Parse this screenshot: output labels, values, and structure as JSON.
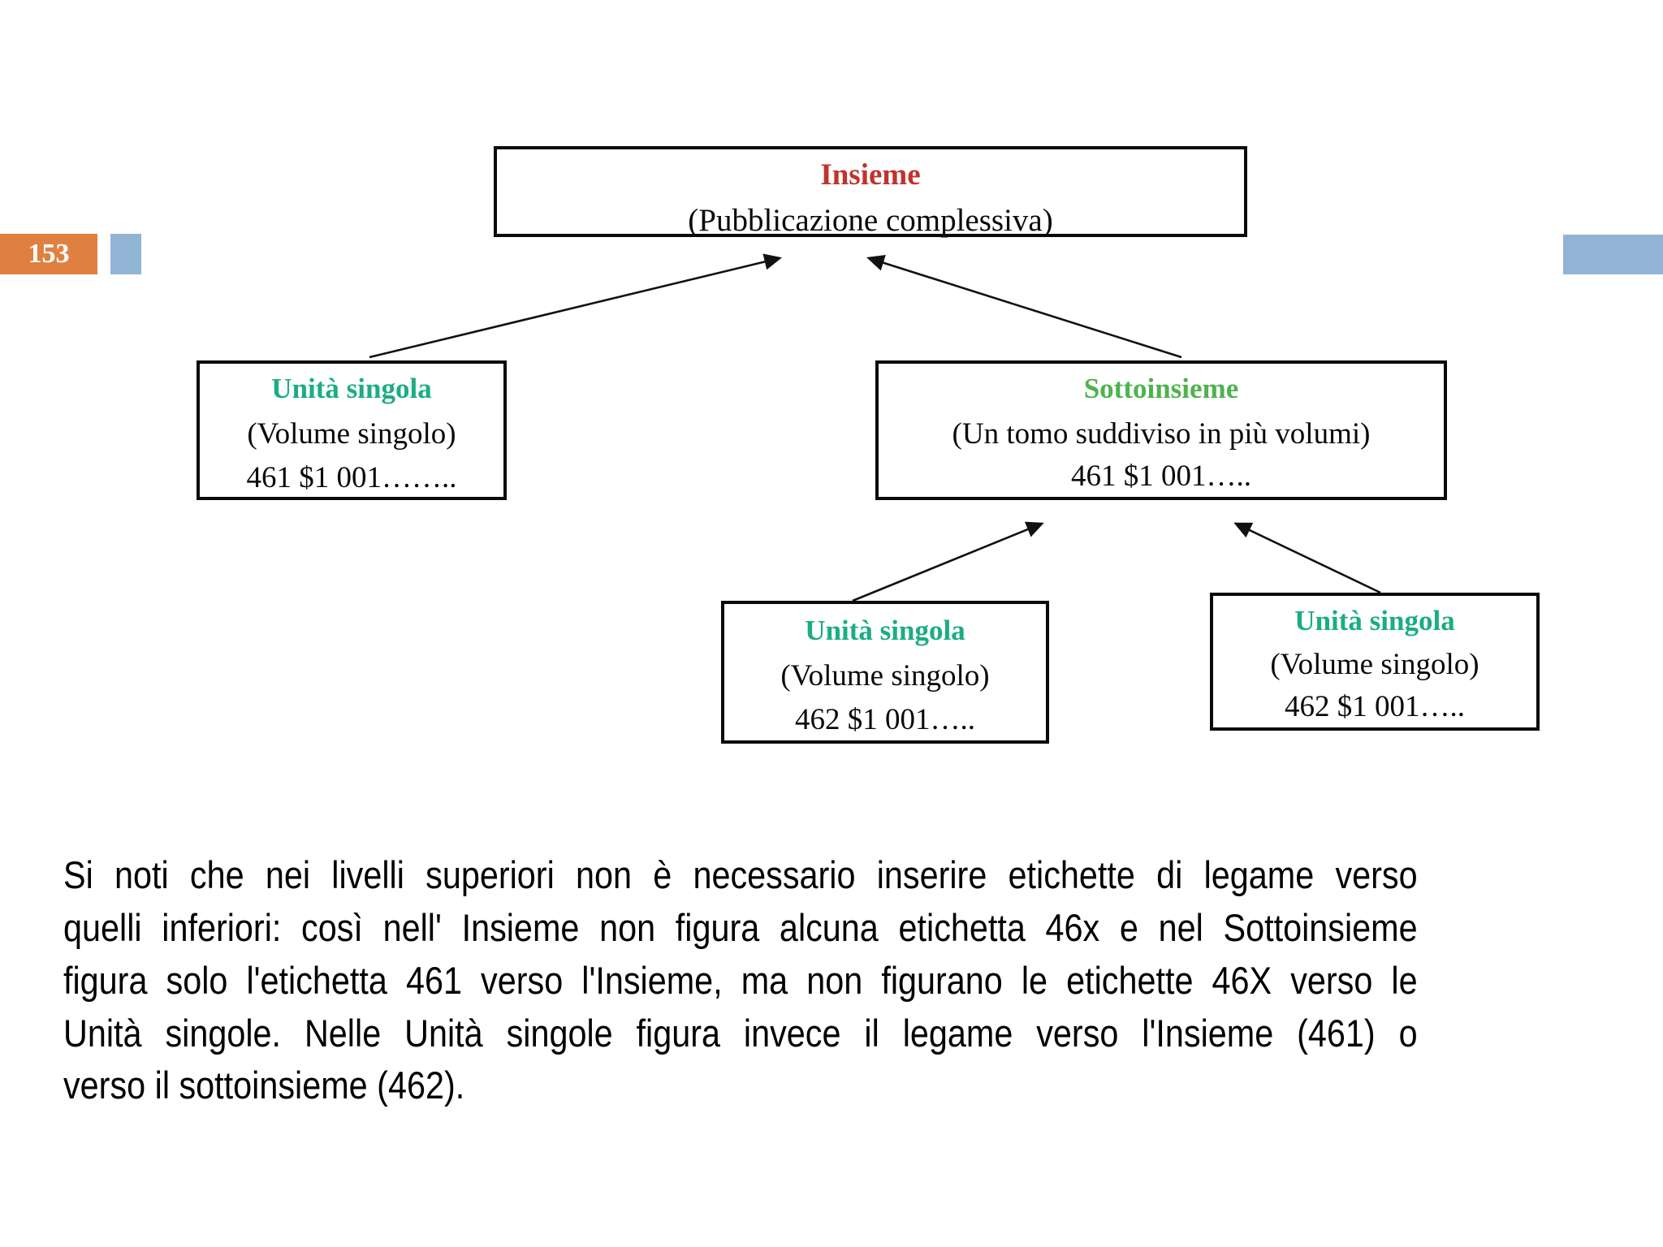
{
  "page": {
    "number": "153",
    "badge_color": "#E08040",
    "accent_color": "#92B4D4"
  },
  "diagram": {
    "type": "hierarchy",
    "nodes": [
      {
        "id": "insieme",
        "title": "Insieme",
        "title_color": "#C0332E",
        "subtitle": "(Pubblicazione complessiva)",
        "code": ""
      },
      {
        "id": "unita-left",
        "title": "Unità singola",
        "title_color": "#1BAD84",
        "subtitle": "(Volume singolo)",
        "code": "461 $1 001…….."
      },
      {
        "id": "sottoinsieme",
        "title": "Sottoinsieme",
        "title_color": "#4FB24F",
        "subtitle": "(Un tomo suddiviso in più volumi)",
        "code": "461 $1 001….."
      },
      {
        "id": "unita-b1",
        "title": "Unità singola",
        "title_color": "#1BAD84",
        "subtitle": "(Volume singolo)",
        "code": "462 $1 001….."
      },
      {
        "id": "unita-b2",
        "title": "Unità singola",
        "title_color": "#1BAD84",
        "subtitle": "(Volume singolo)",
        "code": "462 $1 001….."
      }
    ],
    "edges": [
      {
        "from": "unita-left",
        "to": "insieme"
      },
      {
        "from": "sottoinsieme",
        "to": "insieme"
      },
      {
        "from": "unita-b1",
        "to": "sottoinsieme"
      },
      {
        "from": "unita-b2",
        "to": "sottoinsieme"
      }
    ]
  },
  "body": {
    "lines": [
      "Si noti che nei livelli superiori non è necessario inserire etichette di legame verso",
      "quelli inferiori: così nell' Insieme non figura alcuna etichetta 46x e nel Sottoinsieme",
      "figura solo l'etichetta 461 verso l'Insieme, ma non figurano le etichette 46X verso le",
      "Unità singole. Nelle Unità singole figura invece il legame verso l'Insieme (461) o",
      "verso il sottoinsieme (462)."
    ]
  }
}
